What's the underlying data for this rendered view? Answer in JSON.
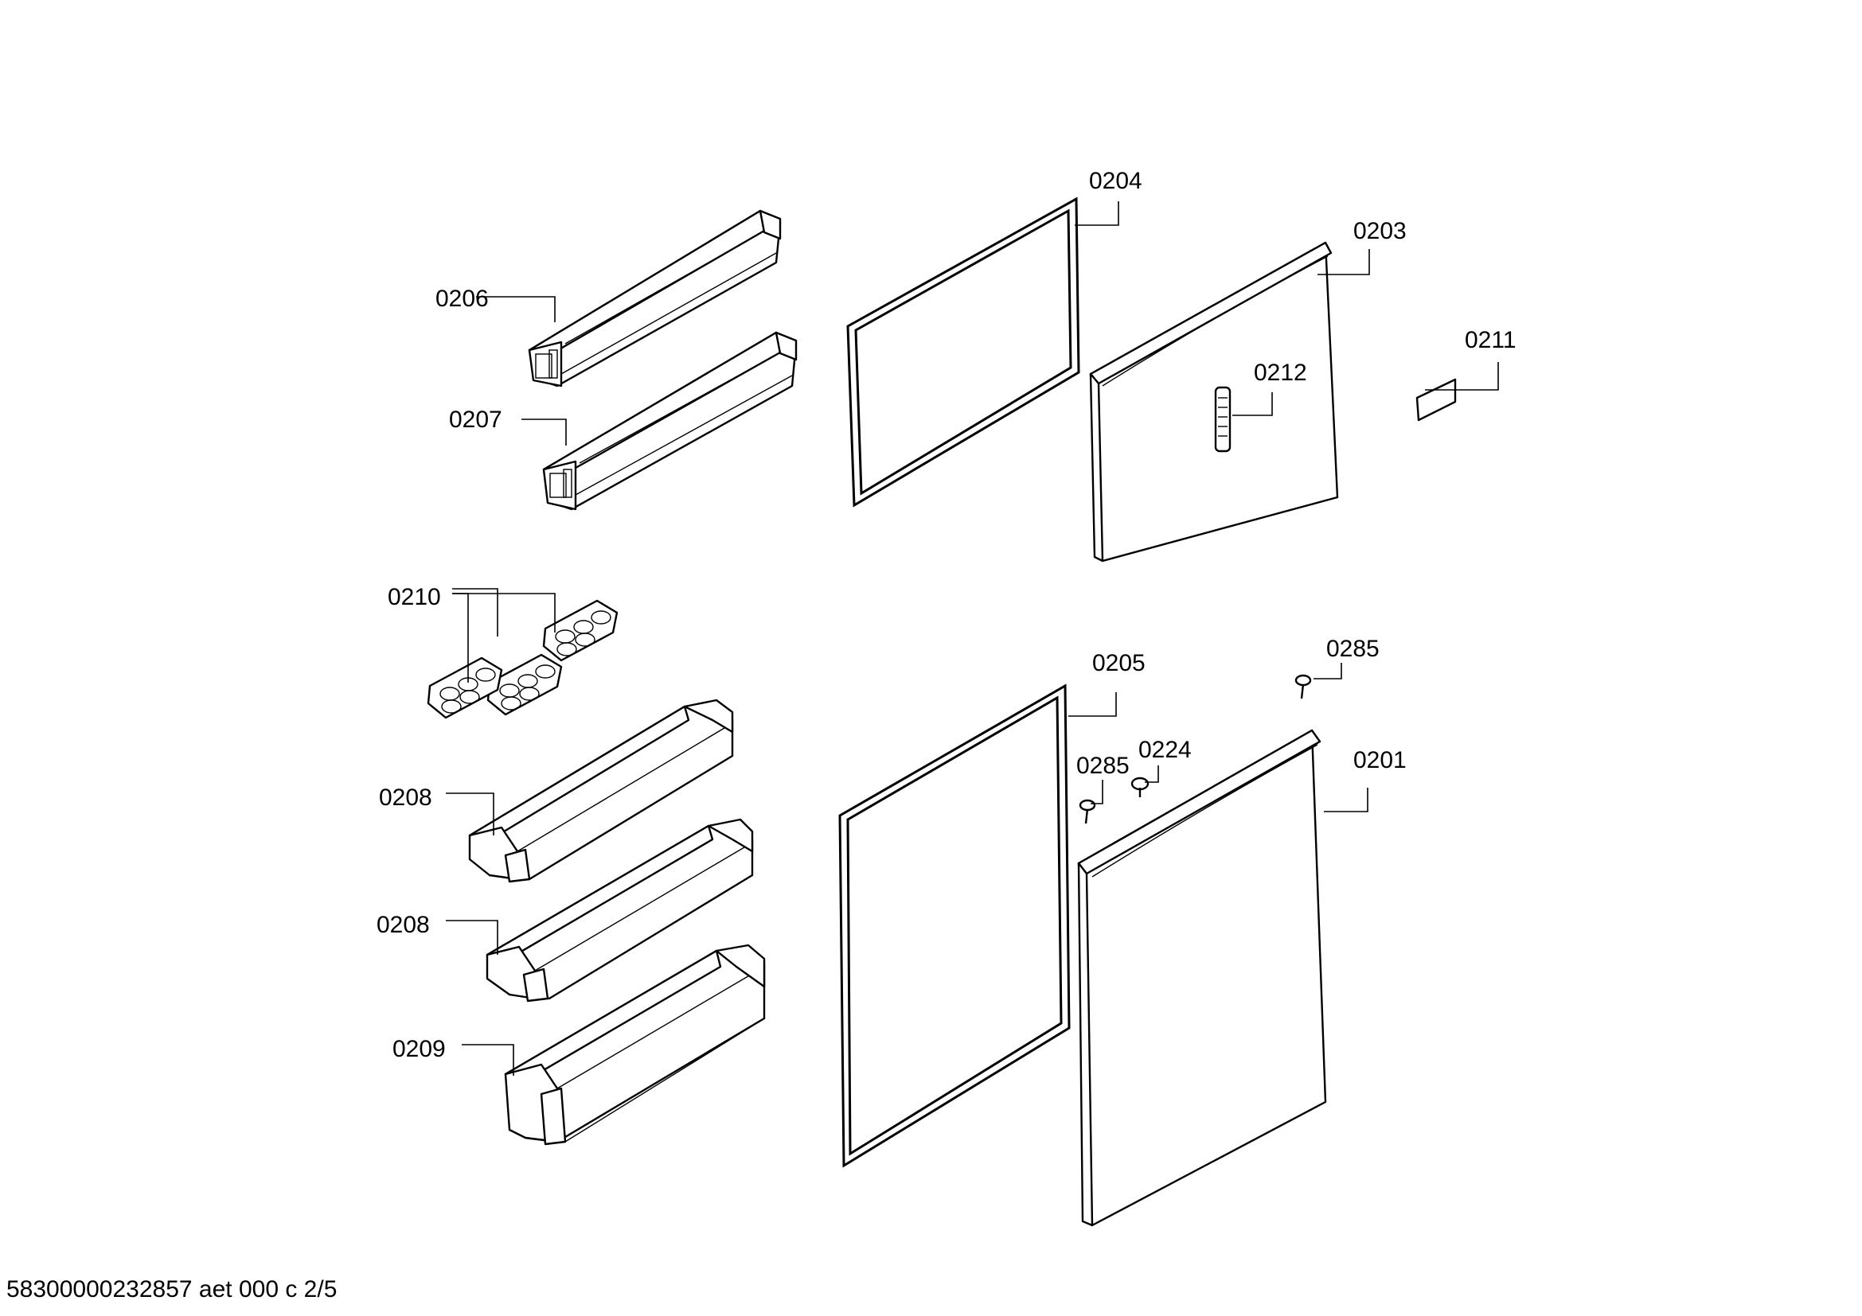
{
  "drawing": {
    "footer": "58300000232857 aet 000 c 2/5"
  },
  "labels": {
    "l0201": "0201",
    "l0203": "0203",
    "l0204": "0204",
    "l0205": "0205",
    "l0206": "0206",
    "l0207": "0207",
    "l0208a": "0208",
    "l0208b": "0208",
    "l0209": "0209",
    "l0210": "0210",
    "l0211": "0211",
    "l0212": "0212",
    "l0224": "0224",
    "l0285a": "0285",
    "l0285b": "0285"
  }
}
